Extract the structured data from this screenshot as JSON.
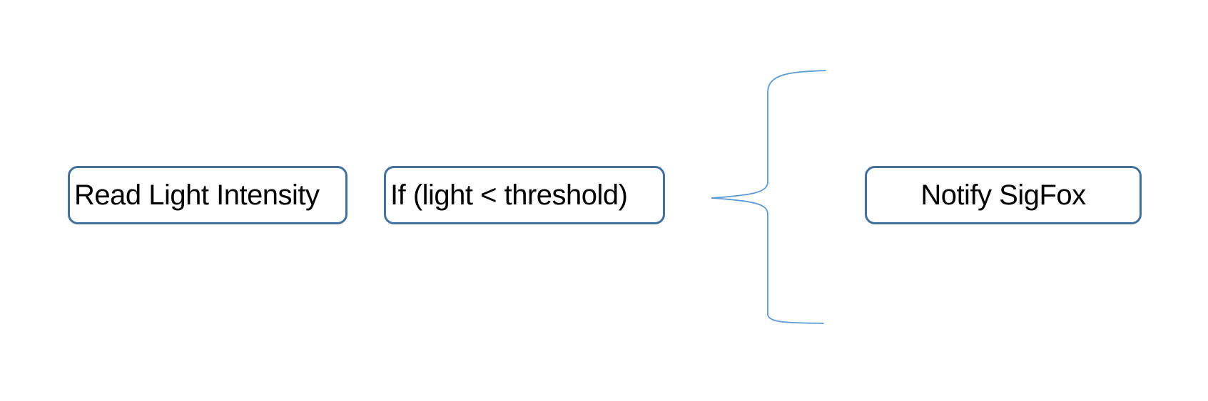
{
  "diagram": {
    "background_color": "#ffffff",
    "node_border_color": "#41719C",
    "node_fill_color": "#ffffff",
    "text_color": "#000000",
    "brace_color": "#5B9BD5",
    "nodes": [
      {
        "id": "read-light-intensity",
        "label": "Read Light Intensity"
      },
      {
        "id": "if-light-threshold",
        "label": "If (light < threshold)"
      },
      {
        "id": "notify-sigfox",
        "label": "Notify SigFox"
      }
    ],
    "connector": {
      "shape": "left-brace",
      "description": "curly brace linking the condition to Notify SigFox"
    }
  }
}
